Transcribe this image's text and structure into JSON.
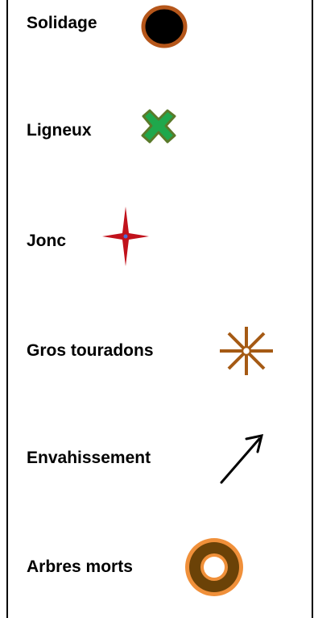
{
  "legend": {
    "items": [
      {
        "label": "Solidage",
        "icon": "black-filled-ellipse-icon",
        "colors": {
          "fill": "#000000",
          "stroke": "#b5561a"
        }
      },
      {
        "label": "Ligneux",
        "icon": "green-x-cross-icon",
        "colors": {
          "fill": "#1fa84c",
          "stroke": "#5a7a2a"
        }
      },
      {
        "label": "Jonc",
        "icon": "red-four-point-star-icon",
        "colors": {
          "fill": "#c1121c",
          "center": "#4a6fd8"
        }
      },
      {
        "label": "Gros touradons",
        "icon": "brown-asterisk-icon",
        "colors": {
          "stroke": "#a55a14",
          "center": "#ffffff"
        }
      },
      {
        "label": "Envahissement",
        "icon": "black-arrow-icon",
        "colors": {
          "stroke": "#000000"
        }
      },
      {
        "label": "Arbres morts",
        "icon": "brown-ring-icon",
        "colors": {
          "ring": "#6b4207",
          "outline": "#f0903a",
          "hole": "#ffffff"
        }
      }
    ]
  }
}
